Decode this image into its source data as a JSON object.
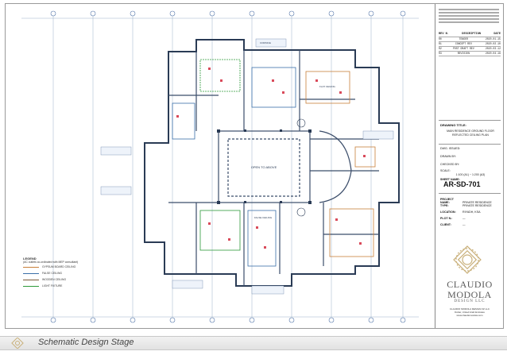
{
  "title_block": {
    "revision_headers": [
      "REV N.",
      "DESCRIPTION",
      "DATE"
    ],
    "revisions": [
      {
        "rev": "R0",
        "description": "TENDER",
        "date": "2020.01.15"
      },
      {
        "rev": "R1",
        "description": "CONCEPT REV",
        "date": "2020.02.10"
      },
      {
        "rev": "R2",
        "description": "POST DRAFT REV",
        "date": "2020.03.12"
      },
      {
        "rev": "R3",
        "description": "REVISION",
        "date": "2020.04.16"
      }
    ],
    "drawing_title_label": "DRAWING TITLE:",
    "drawing_title": "MAIN RESIDENCE GROUND FLOOR REFLECTED CEILING PLAN",
    "info_labels": [
      "DWG. ISSUED:",
      "DRAWN BY:",
      "CHECKED BY:",
      "SCALE:"
    ],
    "scale_value": "1:100 (A1) ~ 1:200 (A3)",
    "sheet_no_label": "SHEET NAME:",
    "sheet_no": "AR-SD-701",
    "project_fields": [
      {
        "label": "PROJECT NAME:",
        "value": "PRIVATE RESIDENCE"
      },
      {
        "label": "TYPE:",
        "value": "PRIVATE RESIDENCE"
      },
      {
        "label": "LOCATION:",
        "value": "RIYADH, KSA"
      },
      {
        "label": "PLOT N.:",
        "value": "—"
      },
      {
        "label": "CLIENT:",
        "value": "—"
      }
    ],
    "brand_line1": "CLAUDIO",
    "brand_line2": "MODOLA",
    "brand_line3": "DESIGN LLC",
    "contact_lines": [
      "CLAUDIO MODOLA DESIGN FZ LLC",
      "Dubai, United Arab Emirates",
      "www.claudiomodola.com"
    ]
  },
  "legend": {
    "title": "LEGEND",
    "subtitle": "(AC outlets co-ordinated with MEP consultant)",
    "items": [
      {
        "label": "GYPSUM BOARD CEILING",
        "color": "#c87f3a"
      },
      {
        "label": "FALSE CEILING",
        "color": "#3a6fa8"
      },
      {
        "label": "WOODEN CEILING",
        "color": "#7a5a3a"
      },
      {
        "label": "LIGHT FIXTURE",
        "color": "#2d9a3a"
      }
    ]
  },
  "drawing_labels": {
    "main_room": "OPEN TO ABOVE",
    "flat_ceiling": "FLAT CEILING",
    "false_ceiling": "FALSE CEILING",
    "cornice": "CORNICE"
  },
  "footer": {
    "title": "Schematic Design Stage"
  }
}
